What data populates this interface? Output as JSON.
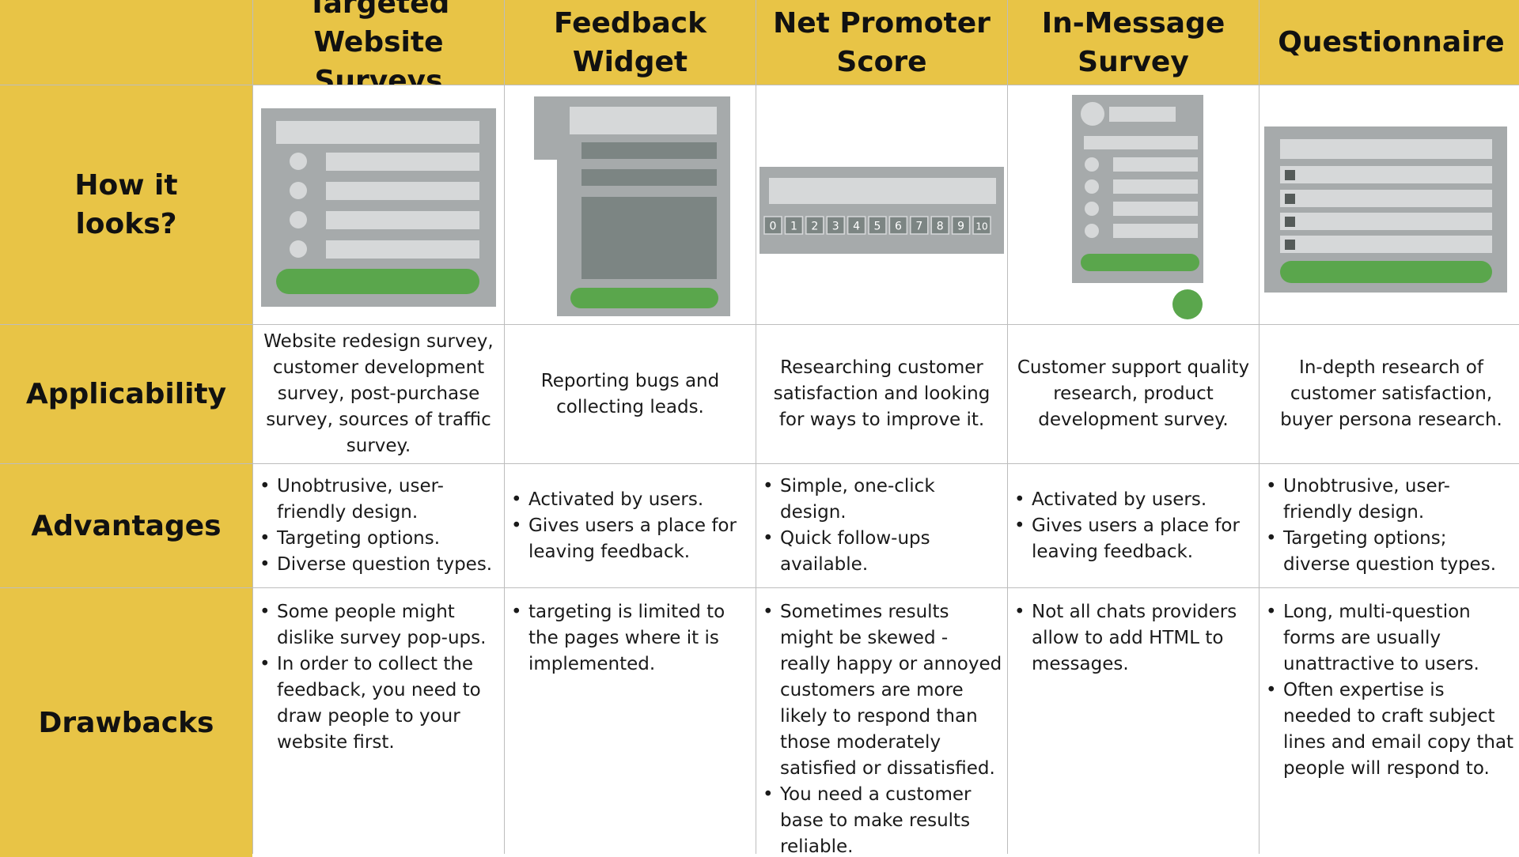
{
  "header": {
    "corner": "",
    "columns": [
      "Targeted\nWebsite Surveys",
      "Feedback\nWidget",
      "Net Promoter\nScore",
      "In-Message\nSurvey",
      "Questionnaire"
    ]
  },
  "rows": {
    "looks": "How it\nlooks?",
    "applicability": "Applicability",
    "advantages": "Advantages",
    "drawbacks": "Drawbacks"
  },
  "applicability": [
    "Website redesign survey, customer development survey, post-purchase survey, sources of traffic survey.",
    "Reporting bugs and collecting leads.",
    "Researching customer satisfaction and looking for ways to improve it.",
    "Customer support quality research, product development survey.",
    "In-depth research of customer satisfaction, buyer persona research."
  ],
  "advantages": [
    [
      "Unobtrusive, user-friendly design.",
      "Targeting options.",
      "Diverse question types."
    ],
    [
      "Activated by users.",
      "Gives users a place for leaving feedback."
    ],
    [
      "Simple, one-click design.",
      "Quick follow-ups available."
    ],
    [
      "Activated by users.",
      "Gives users a place for leaving feedback."
    ],
    [
      "Unobtrusive, user-friendly design.",
      "Targeting options; diverse question types."
    ]
  ],
  "drawbacks": [
    [
      "Some people might dislike survey pop-ups.",
      "In order to collect the feedback, you need to draw people to your website first."
    ],
    [
      "targeting is limited to the pages where it is implemented."
    ],
    [
      "Sometimes results might be skewed - really happy or annoyed customers are more likely to respond than those moderately satisfied or dissatisfied.",
      "You need a customer base to make results reliable."
    ],
    [
      "Not all chats providers allow to add HTML to messages."
    ],
    [
      "Long, multi-question forms are usually unattractive to users.",
      "Often expertise is needed to craft subject lines and email copy that people will respond to."
    ]
  ],
  "nps_scale": [
    "0",
    "1",
    "2",
    "3",
    "4",
    "5",
    "6",
    "7",
    "8",
    "9",
    "10"
  ],
  "colors": {
    "header_bg": "#e8c446",
    "mock_frame": "#a6aaab",
    "mock_bar": "#d6d8d9",
    "mock_dark": "#7c8583",
    "button_green": "#5aa64c",
    "border": "#bdbdbd"
  }
}
